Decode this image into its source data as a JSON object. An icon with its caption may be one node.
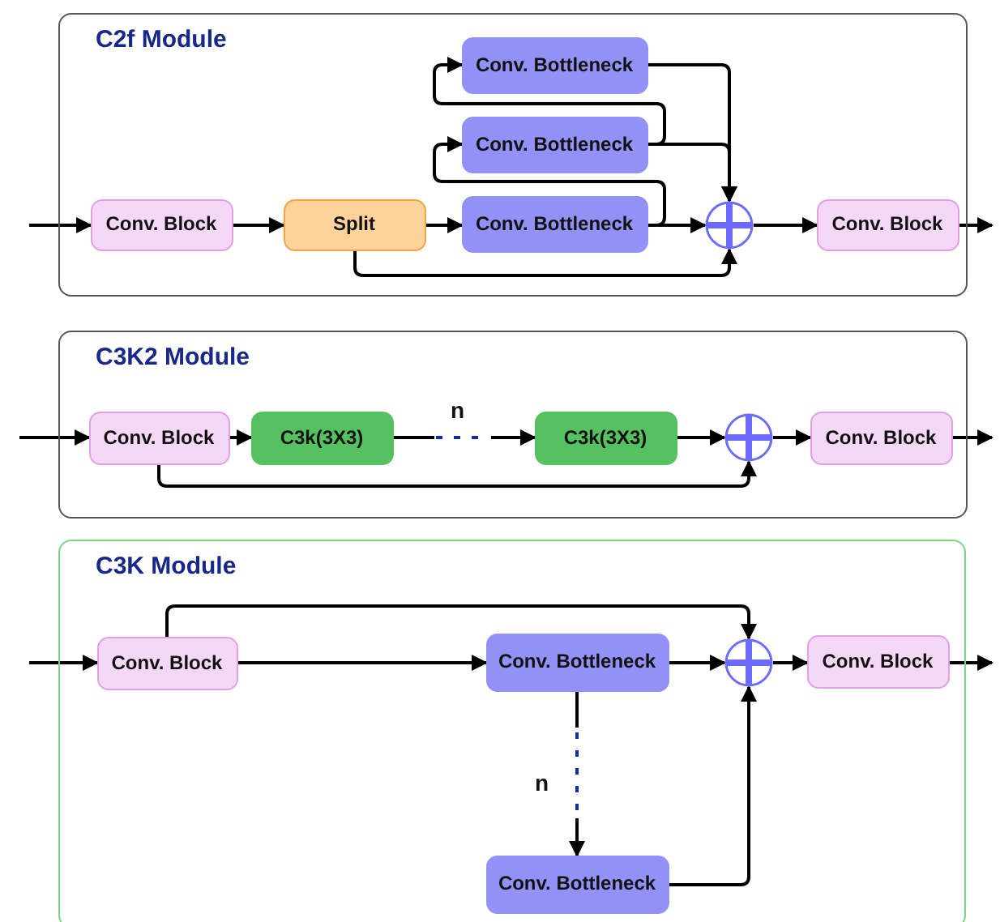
{
  "diagram": {
    "nodes": [
      {
        "text": [
          "C2f Module"
        ]
      },
      {
        "text": [
          "Conv. Block"
        ],
        "in": 0
      },
      {
        "text": [
          "Split"
        ],
        "in": 0
      },
      {
        "text": [
          "Conv. Bottleneck"
        ],
        "in": 0
      },
      {
        "text": [
          "Conv. Bottleneck"
        ],
        "in": 0
      },
      {
        "text": [
          "Conv. Bottleneck"
        ],
        "in": 0
      },
      {
        "text": [],
        "shape": "circle",
        "in": 0
      },
      {
        "text": [
          "Conv. Block"
        ],
        "in": 0
      },
      {
        "text": [
          "C3K2 Module"
        ]
      },
      {
        "text": [
          "Conv. Block"
        ],
        "in": 8
      },
      {
        "text": [
          "C3k(3X3)"
        ],
        "in": 8
      },
      {
        "text": [
          "C3k(3X3)"
        ],
        "in": 8
      },
      {
        "text": [],
        "shape": "circle",
        "in": 8
      },
      {
        "text": [
          "Conv. Block"
        ],
        "in": 8
      },
      {
        "text": [
          "C3K Module"
        ]
      },
      {
        "text": [
          "Conv. Block"
        ],
        "in": 14
      },
      {
        "text": [
          "Conv. Bottleneck"
        ],
        "in": 14
      },
      {
        "text": [],
        "shape": "circle",
        "in": 14
      },
      {
        "text": [
          "Conv. Block"
        ],
        "in": 14
      },
      {
        "text": [
          "Conv. Bottleneck"
        ],
        "in": 14
      }
    ],
    "edges": [
      {
        "from": null,
        "to": 1,
        "arrow": "to"
      },
      {
        "from": 1,
        "to": 2,
        "arrow": "to"
      },
      {
        "from": 2,
        "to": 5,
        "arrow": "to"
      },
      {
        "from": 5,
        "to": 6,
        "arrow": "to"
      },
      {
        "from": 2,
        "to": 6,
        "arrow": "to"
      },
      {
        "from": 5,
        "to": 4,
        "arrow": "to"
      },
      {
        "from": 4,
        "to": 3,
        "arrow": "to"
      },
      {
        "from": 4,
        "to": 6,
        "arrow": "to"
      },
      {
        "from": 3,
        "to": 6,
        "arrow": "to"
      },
      {
        "from": 6,
        "to": 7,
        "arrow": "to"
      },
      {
        "from": 7,
        "to": null,
        "arrow": "to"
      },
      {
        "from": null,
        "to": 9,
        "arrow": "to"
      },
      {
        "from": 9,
        "to": 10,
        "arrow": "to"
      },
      {
        "from": 10,
        "to": 11,
        "arrow": "to",
        "label": "n",
        "style": "dashed"
      },
      {
        "from": 11,
        "to": 12,
        "arrow": "to"
      },
      {
        "from": 9,
        "to": 12,
        "arrow": "to"
      },
      {
        "from": 12,
        "to": 13,
        "arrow": "to"
      },
      {
        "from": 13,
        "to": null,
        "arrow": "to"
      },
      {
        "from": null,
        "to": 15,
        "arrow": "to"
      },
      {
        "from": 15,
        "to": 16,
        "arrow": "to"
      },
      {
        "from": 16,
        "to": 17,
        "arrow": "to"
      },
      {
        "from": 15,
        "to": 17,
        "arrow": "to"
      },
      {
        "from": 17,
        "to": 18,
        "arrow": "to"
      },
      {
        "from": 18,
        "to": null,
        "arrow": "to"
      },
      {
        "from": 16,
        "to": 19,
        "arrow": "to",
        "label": "n",
        "style": "dashed"
      },
      {
        "from": 19,
        "to": 17,
        "arrow": "to"
      }
    ]
  }
}
